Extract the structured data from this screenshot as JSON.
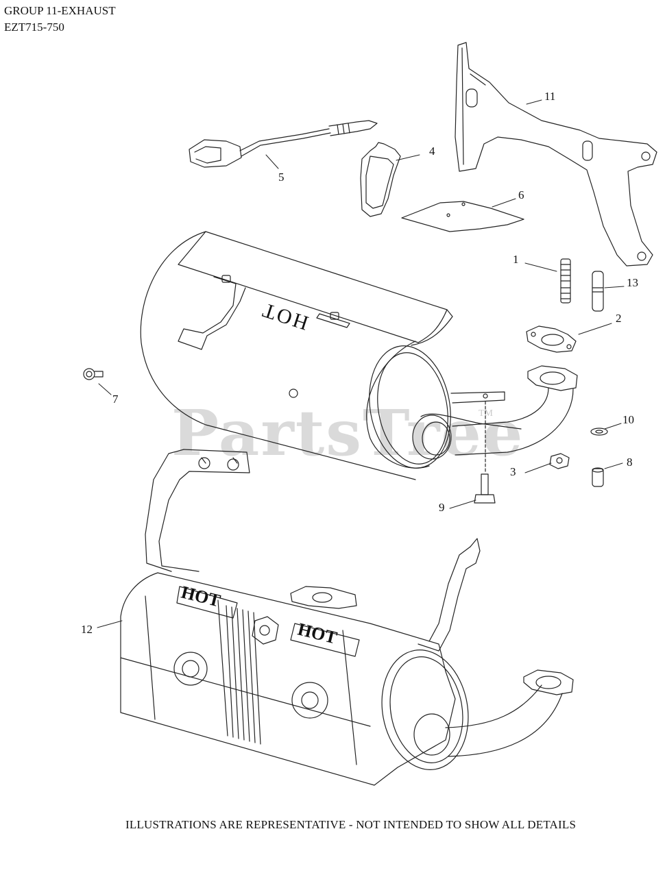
{
  "header": {
    "group": "GROUP 11-EXHAUST",
    "model": "EZT715-750"
  },
  "callouts": [
    "1",
    "2",
    "3",
    "4",
    "5",
    "6",
    "7",
    "8",
    "9",
    "10",
    "11",
    "12",
    "13"
  ],
  "part_text": {
    "hot": "HOT"
  },
  "watermark": {
    "text": "PartsTree",
    "tm": "TM"
  },
  "footer": "ILLUSTRATIONS ARE REPRESENTATIVE - NOT INTENDED TO SHOW ALL DETAILS"
}
